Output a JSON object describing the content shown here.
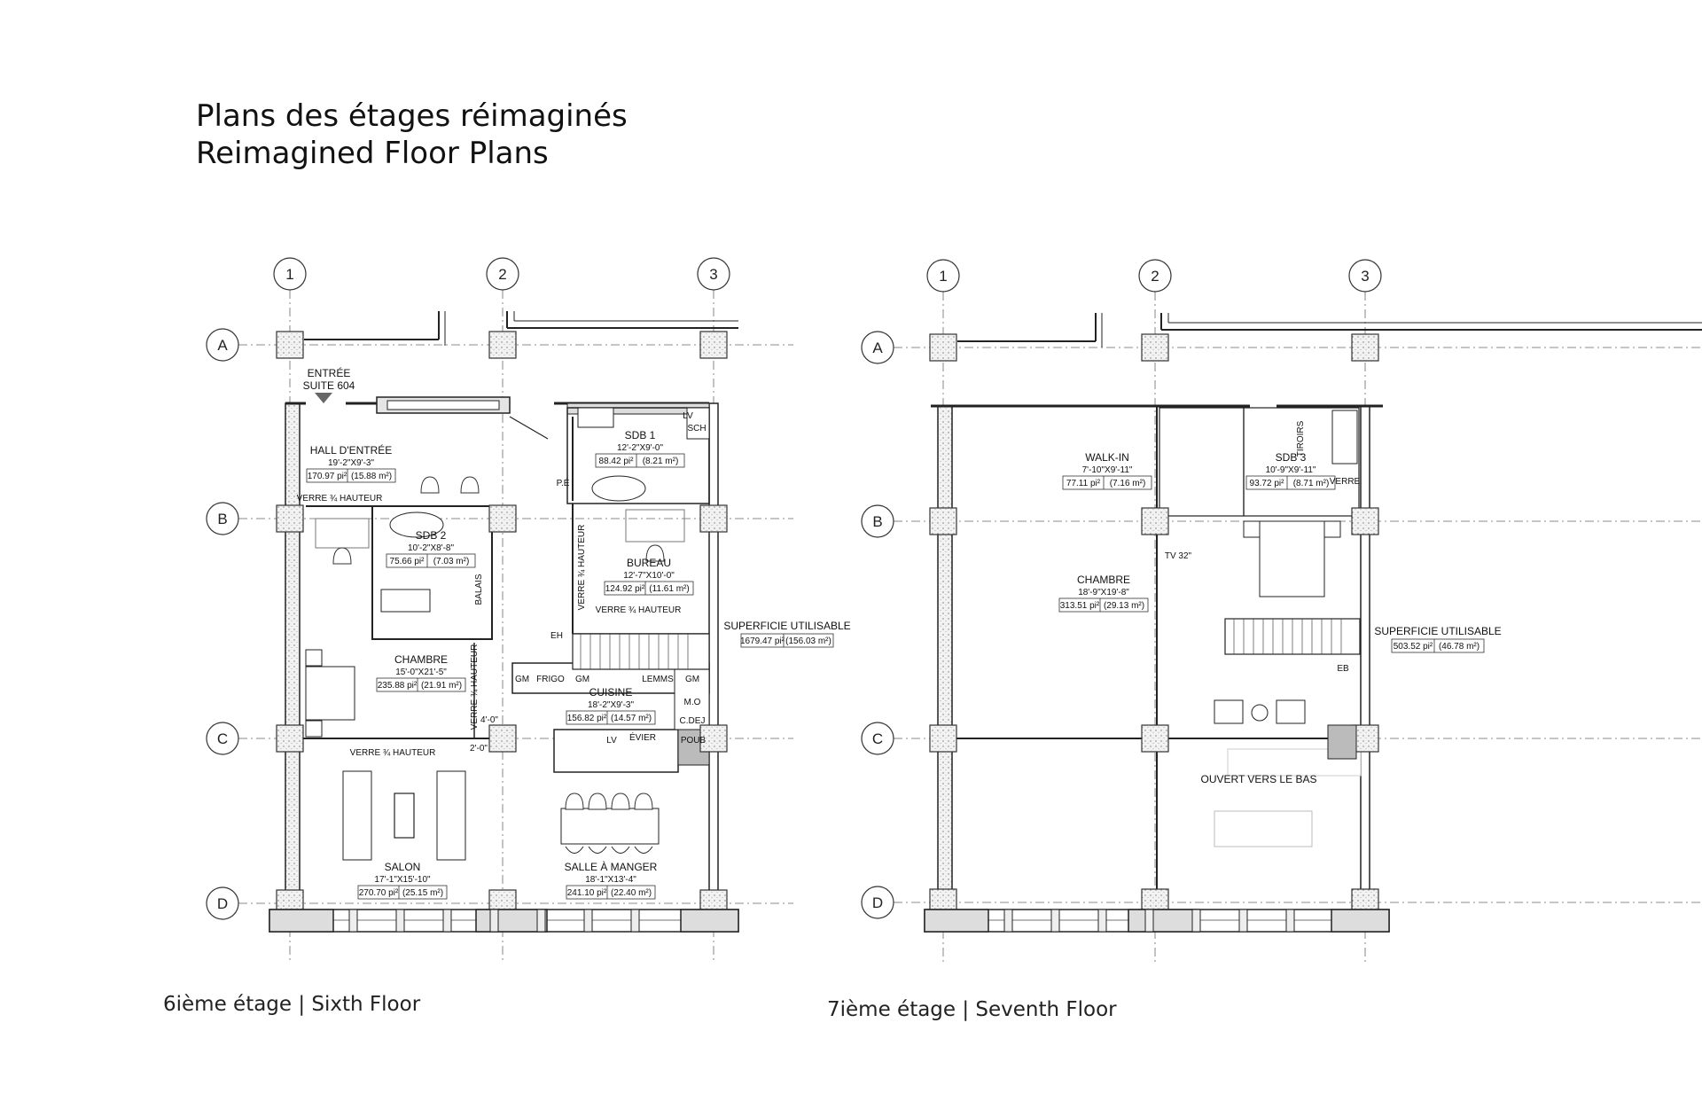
{
  "title": {
    "line1": "Plans des étages réimaginés",
    "line2": "Reimagined Floor Plans"
  },
  "plans": [
    {
      "caption": "6ième étage | Sixth Floor",
      "grid_columns": [
        "1",
        "2",
        "3"
      ],
      "grid_rows": [
        "A",
        "B",
        "C",
        "D"
      ],
      "entry_label": [
        "ENTRÉE",
        "SUITE 604"
      ],
      "rooms": [
        {
          "name": "HALL D'ENTRÉE",
          "dims": "19'-2\"X9'-3\"",
          "area_imperial": "170.97 pi²",
          "area_metric": "(15.88 m²)"
        },
        {
          "name": "SDB 1",
          "dims": "12'-2\"X9'-0\"",
          "area_imperial": "88.42 pi²",
          "area_metric": "(8.21 m²)"
        },
        {
          "name": "SDB 2",
          "dims": "10'-2\"X8'-8\"",
          "area_imperial": "75.66 pi²",
          "area_metric": "(7.03 m²)"
        },
        {
          "name": "BUREAU",
          "dims": "12'-7\"X10'-0\"",
          "area_imperial": "124.92 pi²",
          "area_metric": "(11.61 m²)"
        },
        {
          "name": "CHAMBRE",
          "dims": "15'-0\"X21'-5\"",
          "area_imperial": "235.88 pi²",
          "area_metric": "(21.91 m²)"
        },
        {
          "name": "CUISINE",
          "dims": "18'-2\"X9'-3\"",
          "area_imperial": "156.82 pi²",
          "area_metric": "(14.57 m²)"
        },
        {
          "name": "SALON",
          "dims": "17'-1\"X15'-10\"",
          "area_imperial": "270.70 pi²",
          "area_metric": "(25.15 m²)"
        },
        {
          "name": "SALLE À MANGER",
          "dims": "18'-1\"X13'-4\"",
          "area_imperial": "241.10 pi²",
          "area_metric": "(22.40 m²)"
        }
      ],
      "total": {
        "label": "SUPERFICIE UTILISABLE",
        "area_imperial": "1679.47 pi²",
        "area_metric": "(156.03 m²)"
      },
      "notes": [
        "VERRE ¾ HAUTEUR",
        "VERRE ¾ HAUTEUR",
        "VERRE ¾ HAUTEUR",
        "VERRE ¾ HAUTEUR",
        "VERRE ¾ HAUTEUR",
        "P.É",
        "EH",
        "LV",
        "SCH",
        "BALAIS",
        "GM",
        "FRIGO",
        "GM",
        "LEMMS",
        "GM",
        "M.O",
        "C.DEJ",
        "LV",
        "ÉVIER",
        "POUB",
        "4'-0\"",
        "2'-0\""
      ]
    },
    {
      "caption": "7ième étage | Seventh Floor",
      "grid_columns": [
        "1",
        "2",
        "3"
      ],
      "grid_rows": [
        "A",
        "B",
        "C",
        "D"
      ],
      "rooms": [
        {
          "name": "WALK-IN",
          "dims": "7'-10\"X9'-11\"",
          "area_imperial": "77.11 pi²",
          "area_metric": "(7.16 m²)"
        },
        {
          "name": "SDB 3",
          "dims": "10'-9\"X9'-11\"",
          "area_imperial": "93.72 pi²",
          "area_metric": "(8.71 m²)"
        },
        {
          "name": "CHAMBRE",
          "dims": "18'-9\"X19'-8\"",
          "area_imperial": "313.51 pi²",
          "area_metric": "(29.13 m²)"
        }
      ],
      "total": {
        "label": "SUPERFICIE UTILISABLE",
        "area_imperial": "503.52 pi²",
        "area_metric": "(46.78 m²)"
      },
      "open_below": "OUVERT VERS LE BAS",
      "notes": [
        "TV 32\"",
        "TIROIRS",
        "VERRE",
        "EB"
      ]
    }
  ]
}
